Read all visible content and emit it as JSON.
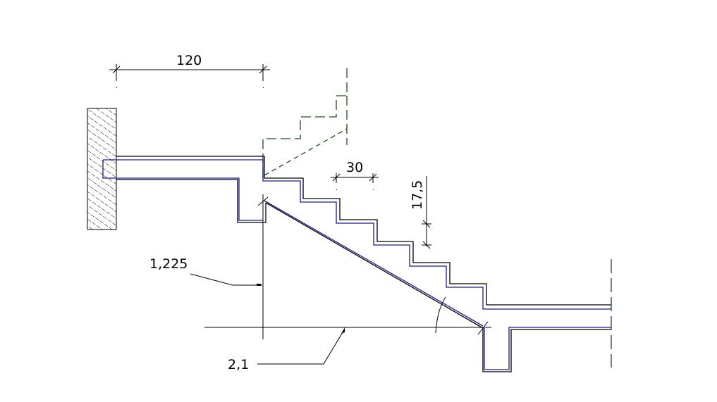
{
  "drawing": {
    "type": "stair-section",
    "colors": {
      "outline": "#000000",
      "inner_outline": "#1a1a8c",
      "hidden_line": "#1f4f1f",
      "hatch": "#000000",
      "background": "#ffffff"
    },
    "dimensions": {
      "landing_length": "120",
      "tread_depth": "30",
      "riser_height": "17,5",
      "rise_total": "1,225",
      "run_total": "2,1"
    },
    "elements": {
      "wall": "Hatched wall support",
      "upper_landing": "Upper landing slab",
      "stair_flight": "Stair flight with steps",
      "lower_landing": "Lower landing slab",
      "hidden_steps": "Dashed continuation of steps above",
      "angle_arc": "Inclination angle marker"
    }
  }
}
